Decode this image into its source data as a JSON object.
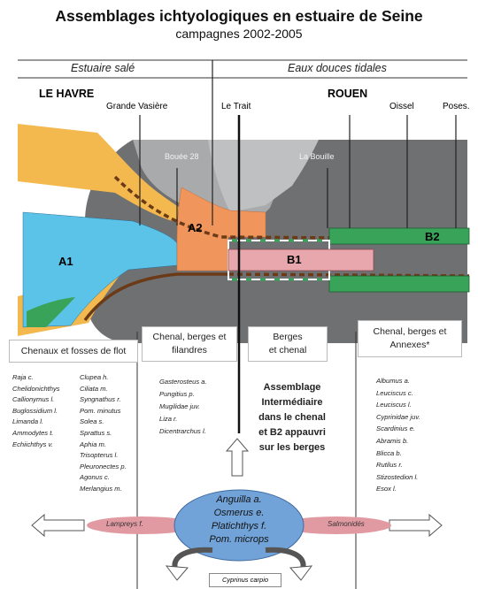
{
  "title": "Assemblages ichtyologiques en estuaire de Seine",
  "subtitle": "campagnes 2002-2005",
  "zones": {
    "salt": "Estuaire salé",
    "fresh": "Eaux douces tidales"
  },
  "places": {
    "le_havre": "LE HAVRE",
    "rouen": "ROUEN",
    "grande_vasiere": "Grande Vasière",
    "le_trait": "Le Trait",
    "oissel": "Oissel",
    "poses": "Poses.",
    "bouee_28": "Bouée 28",
    "la_bouille": "La Bouille"
  },
  "assemblages": {
    "a1": "A1",
    "a2": "A2",
    "b1": "B1",
    "b2": "B2"
  },
  "habitats": {
    "chenaux": "Chenaux et fosses de flot",
    "chenal_filandres_1": "Chenal, berges et",
    "chenal_filandres_2": "filandres",
    "berges_chenal_1": "Berges",
    "berges_chenal_2": "et chenal",
    "chenal_annexes_1": "Chenal, berges et",
    "chenal_annexes_2": "Annexes*"
  },
  "species": {
    "col1": [
      "Raja c.",
      "Chelidonichthys",
      "Callionymus l.",
      "Buglossidium l.",
      "Limanda l.",
      "Ammodytes t.",
      "Echiichthys v."
    ],
    "col2": [
      "Clupea h.",
      "Ciliata m.",
      "Syngnathus r.",
      "Pom. minutus",
      "Solea s.",
      "Sprattus s.",
      "Aphia m.",
      "Trisopterus l.",
      "Pleuronectes p.",
      "Agonus c.",
      "Merlangius m."
    ],
    "col3": [
      "Gasterosteus a.",
      "Pungitius p.",
      "Mugilidae juv.",
      "Liza r.",
      "Dicentrarchus l."
    ],
    "col4": [
      "Albumus a.",
      "Leuciscus c.",
      "Leuciscus l.",
      "Cyprinidae juv.",
      "Scardinius e.",
      "Abramis b.",
      "Blicca b.",
      "Rutilus r.",
      "Stizostedion l.",
      "Esox l."
    ]
  },
  "assemblage_note": [
    "Assemblage",
    "Intermédiaire",
    "dans le chenal",
    "et B2 appauvri",
    "sur les berges"
  ],
  "migrants": {
    "lampreys": "Lampreys f.",
    "salmonids": "Salmonidés",
    "center": [
      "Anguilla a.",
      "Osmerus e.",
      "Platichthys f.",
      "Pom. microps"
    ],
    "carp": "Cyprinus carpio"
  }
}
